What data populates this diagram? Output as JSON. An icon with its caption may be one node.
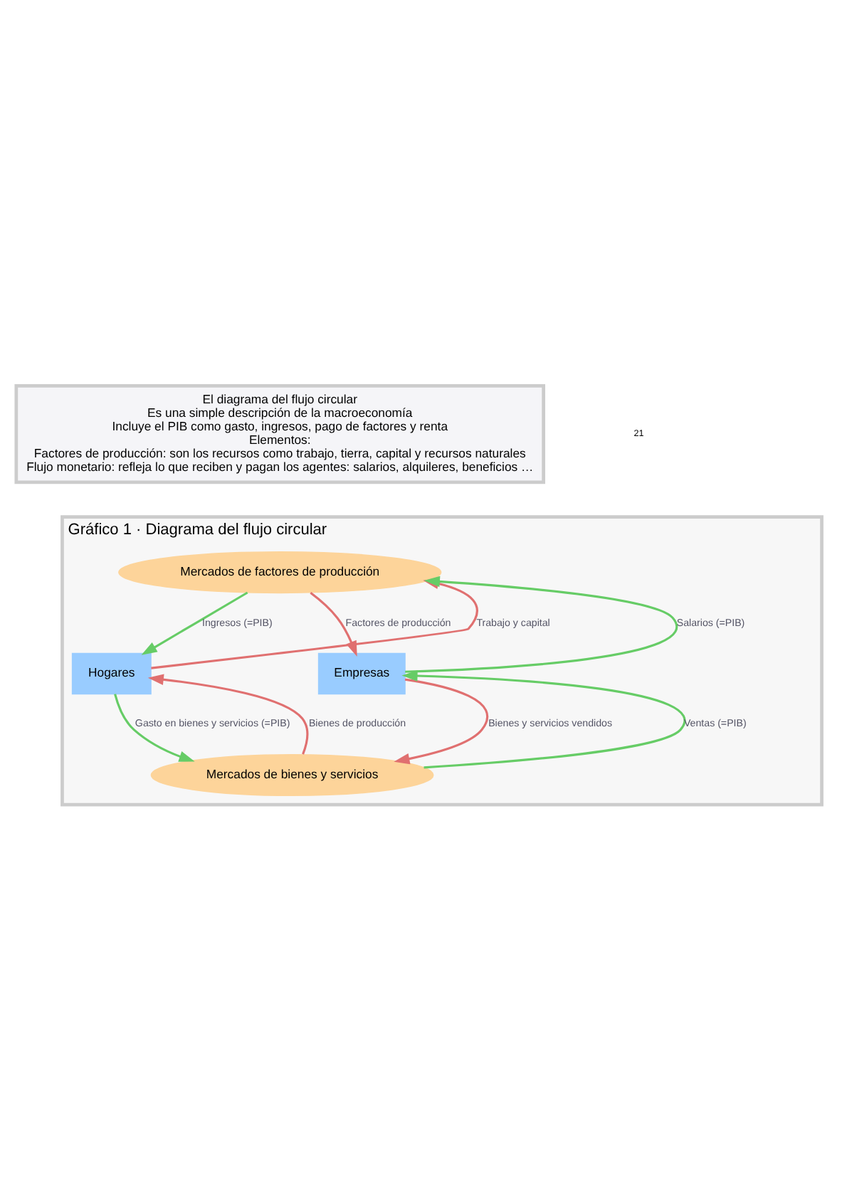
{
  "diagram": {
    "nodes": [
      {
        "text": [
          "El diagrama del flujo circular",
          "Es una simple descripción de la macroeconomía",
          "Incluye el PIB como gasto, ingresos, pago de factores y renta",
          "Elementos:",
          "Factores de producción: son los recursos como trabajo, tierra, capital y recursos naturales",
          "Flujo monetario: refleja lo que reciben y pagan los agentes: salarios, alquileres, beneficios …"
        ]
      },
      {
        "text": [
          "Gráfico 1 · Diagrama del flujo circular"
        ]
      },
      {
        "text": [
          "Mercados de factores de producción"
        ],
        "in": 1
      },
      {
        "text": [
          "Hogares"
        ],
        "in": 1
      },
      {
        "text": [
          "Empresas"
        ],
        "in": 1
      },
      {
        "text": [
          "Mercados de bienes y servicios"
        ],
        "in": 1
      }
    ],
    "edges": [
      {
        "from": 4,
        "to": 2,
        "arrow": "to",
        "label": "Salarios (=PIB)",
        "color": "#66cc66"
      },
      {
        "from": 2,
        "to": 3,
        "arrow": "to",
        "label": "Ingresos (=PIB)",
        "color": "#66cc66"
      },
      {
        "from": 3,
        "to": 2,
        "arrow": "to",
        "label": "Trabajo y capital",
        "color": "#e07070"
      },
      {
        "from": 2,
        "to": 4,
        "arrow": "to",
        "label": "Factores de producción",
        "color": "#e07070"
      },
      {
        "from": 3,
        "to": 5,
        "arrow": "to",
        "label": "Gasto en bienes y servicios (=PIB)",
        "color": "#66cc66"
      },
      {
        "from": 5,
        "to": 4,
        "arrow": "to",
        "label": "Ventas (=PIB)",
        "color": "#66cc66"
      },
      {
        "from": 4,
        "to": 5,
        "arrow": "to",
        "label": "Bienes y servicios vendidos",
        "color": "#e07070"
      },
      {
        "from": 5,
        "to": 3,
        "arrow": "to",
        "label": "Bienes de producción",
        "color": "#e07070"
      }
    ],
    "labels": [
      "21"
    ]
  }
}
